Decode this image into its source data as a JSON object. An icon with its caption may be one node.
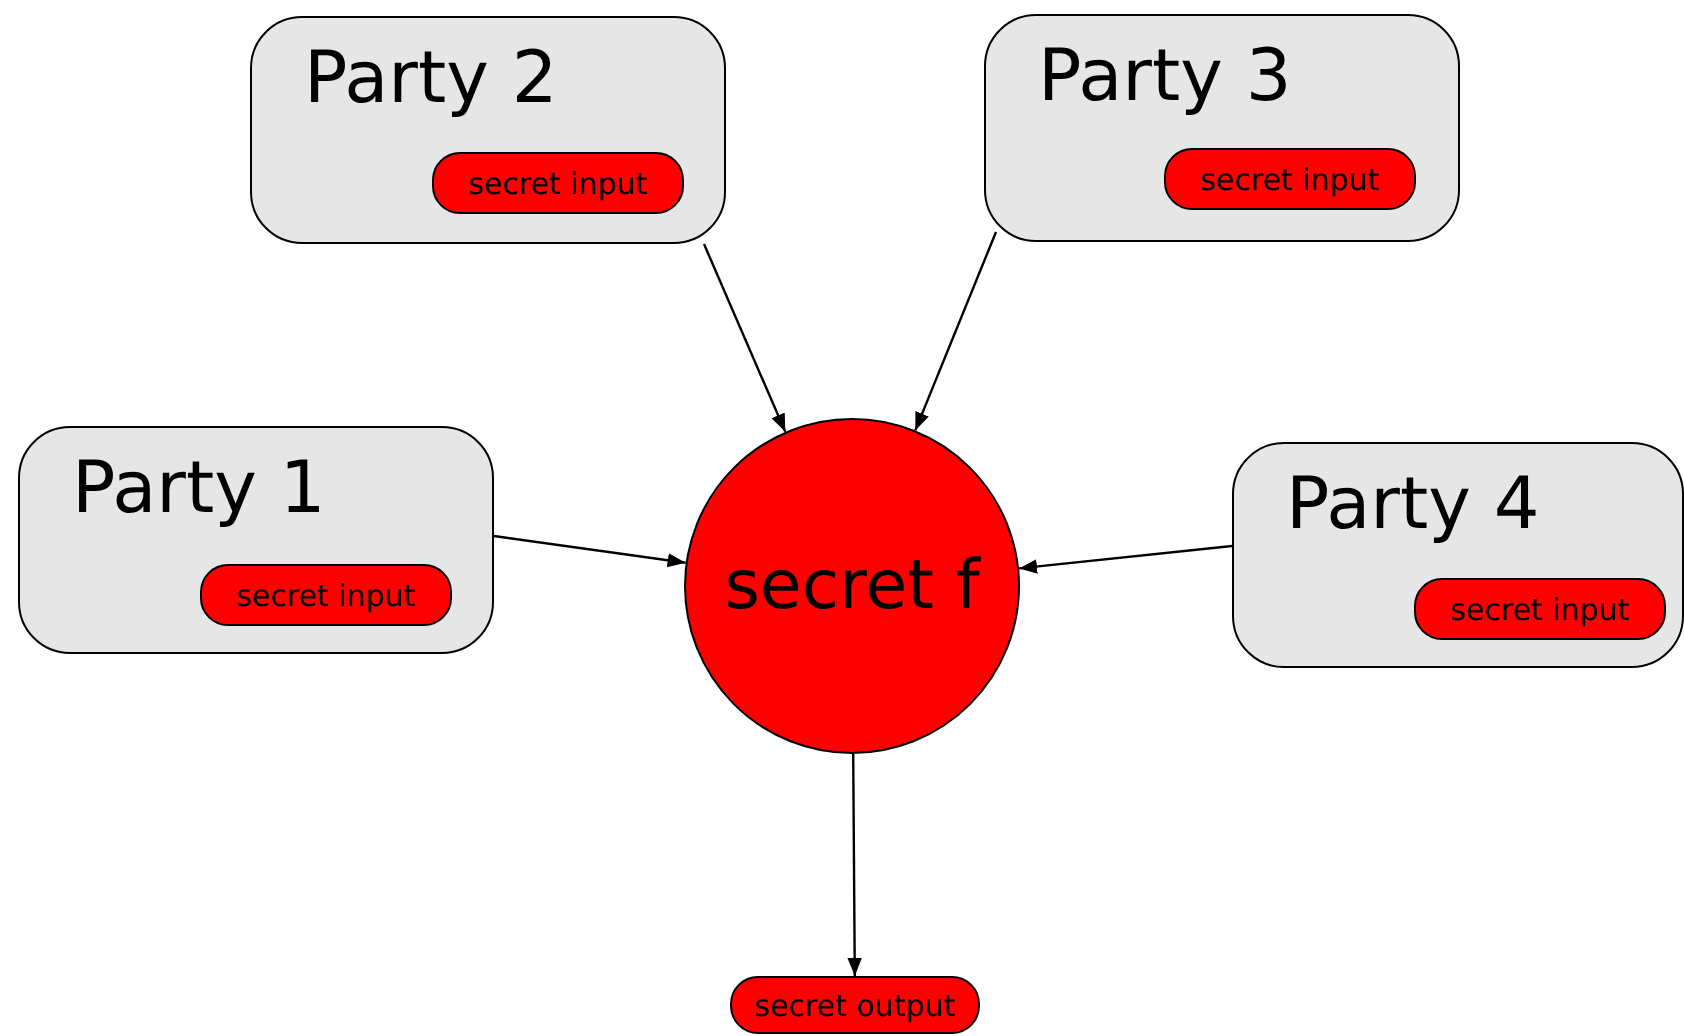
{
  "diagram": {
    "nodes": [
      {
        "text": [
          "Party 2"
        ]
      },
      {
        "text": [
          "secret input"
        ],
        "in": 0
      },
      {
        "text": [
          "Party 3"
        ]
      },
      {
        "text": [
          "secret input"
        ],
        "in": 2
      },
      {
        "text": [
          "Party 1"
        ]
      },
      {
        "text": [
          "secret input"
        ],
        "in": 4
      },
      {
        "text": [
          "secret f"
        ]
      },
      {
        "text": [
          "Party 4"
        ]
      },
      {
        "text": [
          "secret input"
        ],
        "in": 7
      },
      {
        "text": [
          "secret output"
        ]
      }
    ],
    "edges": [
      {
        "from": 0,
        "to": 6,
        "arrow": "to"
      },
      {
        "from": 2,
        "to": 6,
        "arrow": "to"
      },
      {
        "from": 4,
        "to": 6,
        "arrow": "to"
      },
      {
        "from": 7,
        "to": 6,
        "arrow": "to"
      },
      {
        "from": 6,
        "to": 9,
        "arrow": "to"
      }
    ]
  }
}
